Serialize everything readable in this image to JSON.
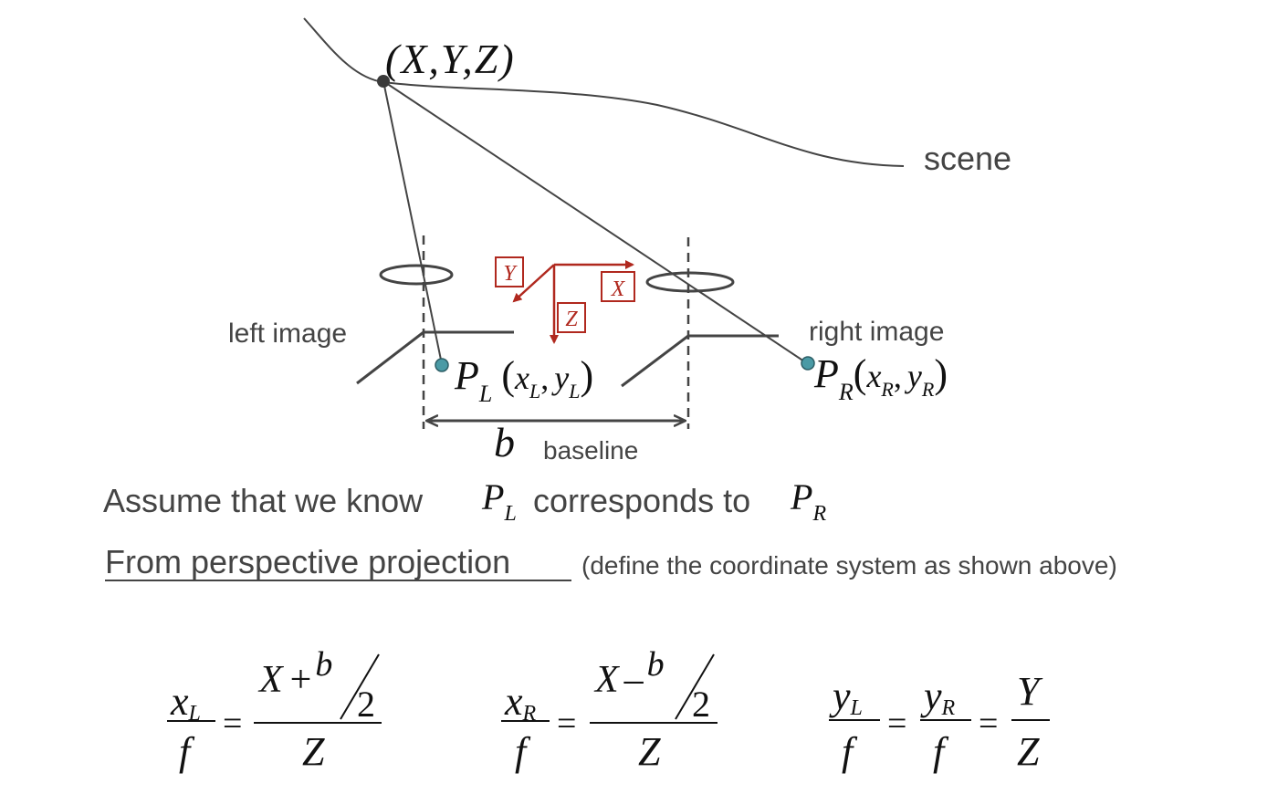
{
  "diagram": {
    "point_label": "(X,Y,Z)",
    "scene_label": "scene",
    "left_image_label": "left image",
    "right_image_label": "right image",
    "axes": {
      "x": "X",
      "y": "Y",
      "z": "Z"
    },
    "left_point": {
      "main": "P",
      "sub": "L",
      "coord_open": "(",
      "coord_x": "x",
      "coord_x_sub": "L",
      "comma": ",",
      "coord_y": "y",
      "coord_y_sub": "L",
      "coord_close": ")"
    },
    "right_point": {
      "main": "P",
      "sub": "R",
      "coord_open": "(",
      "coord_x": "x",
      "coord_x_sub": "R",
      "comma": ",",
      "coord_y": "y",
      "coord_y_sub": "R",
      "coord_close": ")"
    },
    "baseline_symbol": "b",
    "baseline_label": "baseline",
    "colors": {
      "axes": "#b0281e",
      "points": "#4a9aa5",
      "lines": "#444444"
    }
  },
  "text": {
    "assume_prefix": "Assume that we know",
    "assume_middle": "corresponds to",
    "pl_main": "P",
    "pl_sub": "L",
    "pr_main": "P",
    "pr_sub": "R",
    "projection_heading": "From perspective projection",
    "projection_note": "(define the coordinate system as shown above)"
  },
  "equations": {
    "eq1": {
      "num_var": "x",
      "num_sub": "L",
      "den": "f",
      "eq": "=",
      "rhs_num_x": "X",
      "rhs_op": "+",
      "rhs_b": "b",
      "rhs_two": "2",
      "rhs_den": "Z"
    },
    "eq2": {
      "num_var": "x",
      "num_sub": "R",
      "den": "f",
      "eq": "=",
      "rhs_num_x": "X",
      "rhs_op": "–",
      "rhs_b": "b",
      "rhs_two": "2",
      "rhs_den": "Z"
    },
    "eq3": {
      "a_var": "y",
      "a_sub": "L",
      "a_den": "f",
      "eq1": "=",
      "b_var": "y",
      "b_sub": "R",
      "b_den": "f",
      "eq2": "=",
      "c_num": "Y",
      "c_den": "Z"
    }
  }
}
